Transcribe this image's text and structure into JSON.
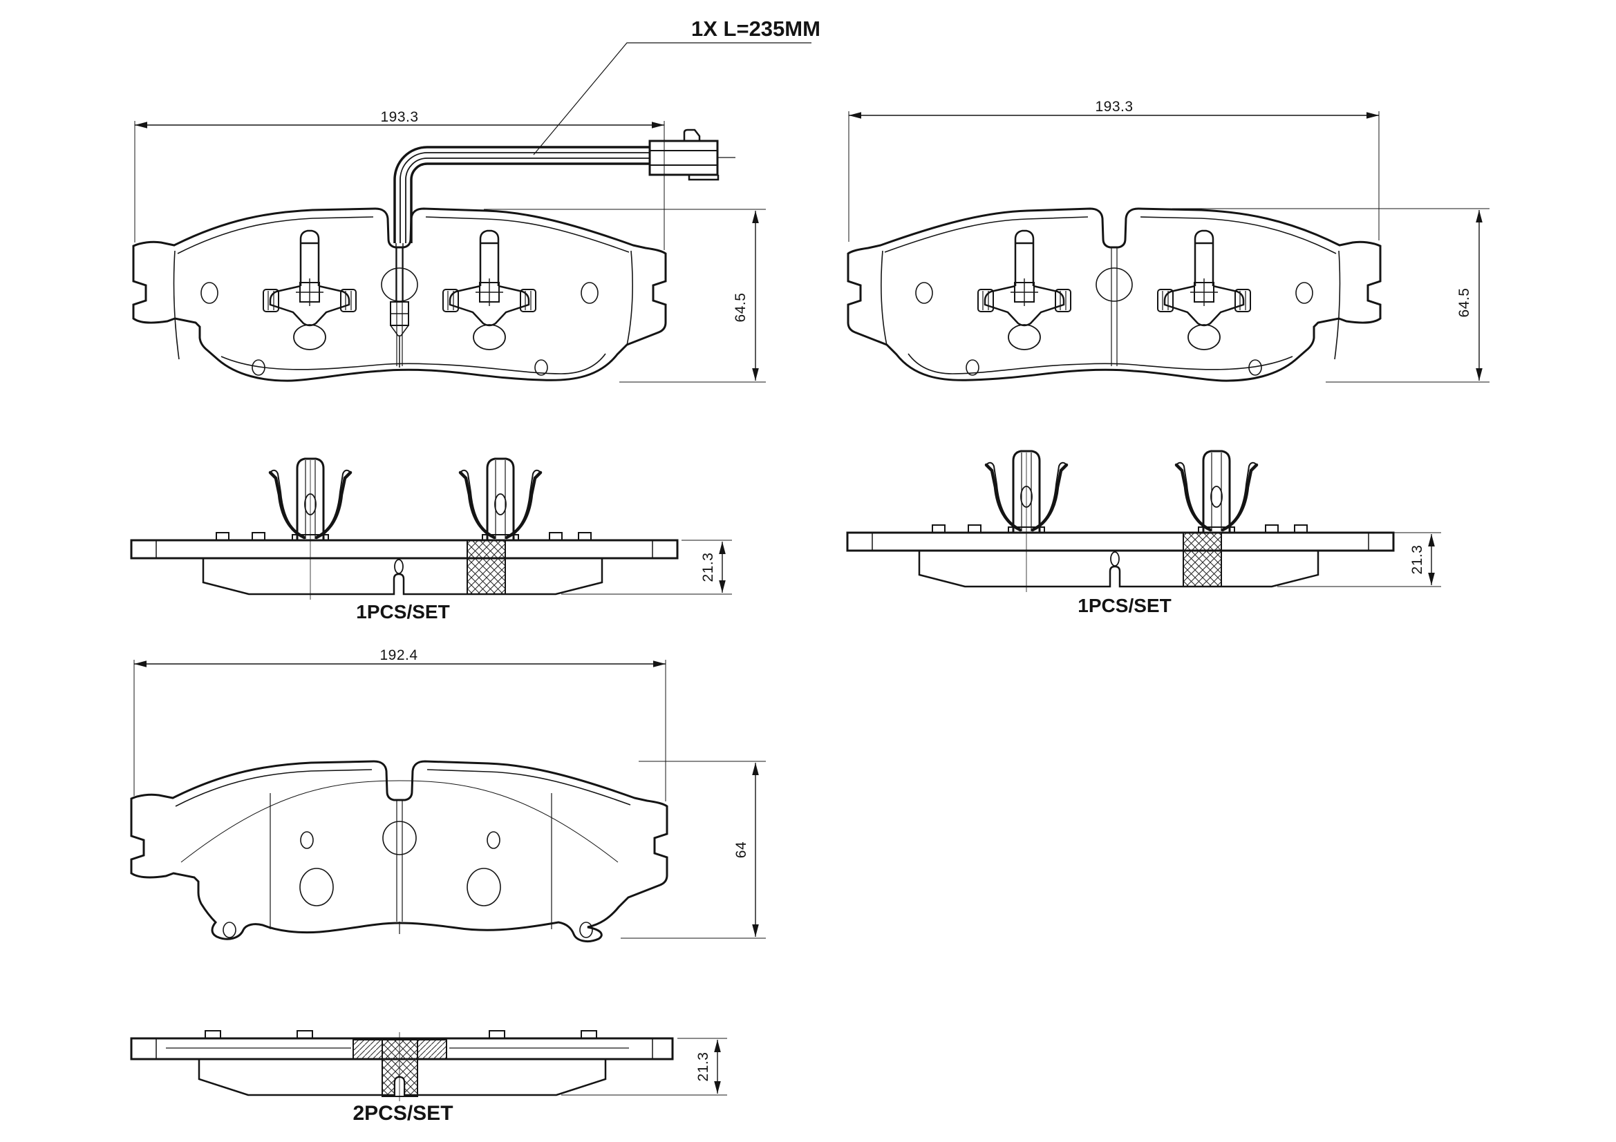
{
  "page": {
    "background": "#ffffff"
  },
  "drawing": {
    "line_color": "#141414",
    "views": {
      "front_left": {
        "width_dim": "193.3",
        "height_dim": "64.5",
        "sensor_note": "1X L=235MM"
      },
      "front_right": {
        "width_dim": "193.3",
        "height_dim": "64.5"
      },
      "side_left": {
        "thickness_dim": "21.3",
        "set_label": "1PCS/SET"
      },
      "side_right": {
        "thickness_dim": "21.3",
        "set_label": "1PCS/SET"
      },
      "front_bottom": {
        "width_dim": "192.4",
        "height_dim": "64"
      },
      "side_bottom": {
        "thickness_dim": "21.3",
        "set_label": "2PCS/SET"
      }
    }
  }
}
